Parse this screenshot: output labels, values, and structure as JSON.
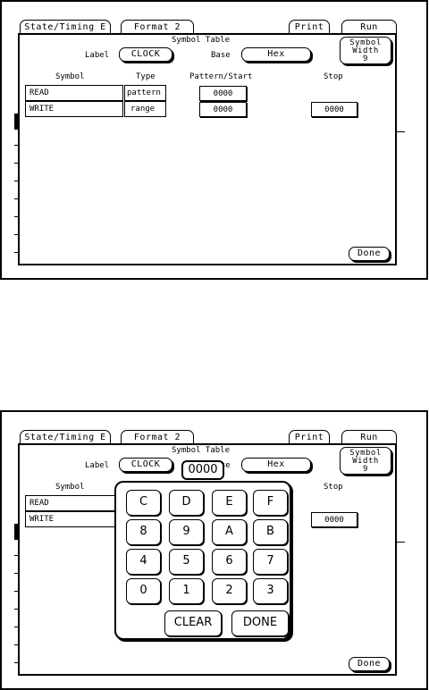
{
  "top_buttons": {
    "state_timing": "State/Timing E",
    "format": "Format 2",
    "print": "Print",
    "run": "Run"
  },
  "dialog": {
    "title": "Symbol Table",
    "label_caption": "Label",
    "label_value": "CLOCK",
    "base_caption": "Base",
    "base_value": "Hex",
    "symbol_width_line1": "Symbol",
    "symbol_width_line2": "Width",
    "symbol_width_value": "9",
    "col_symbol": "Symbol",
    "col_type": "Type",
    "col_pattern": "Pattern/Start",
    "col_stop": "Stop",
    "rows": [
      {
        "symbol": "READ",
        "type": "pattern",
        "pattern": "0000",
        "stop": ""
      },
      {
        "symbol": "WRITE",
        "type": "range",
        "pattern": "0000",
        "stop": "0000"
      }
    ],
    "done": "Done"
  },
  "keypad": {
    "pattern_display": "0000",
    "keys": [
      [
        "C",
        "D",
        "E",
        "F"
      ],
      [
        "8",
        "9",
        "A",
        "B"
      ],
      [
        "4",
        "5",
        "6",
        "7"
      ],
      [
        "0",
        "1",
        "2",
        "3"
      ]
    ],
    "clear": "CLEAR",
    "done": "DONE"
  }
}
